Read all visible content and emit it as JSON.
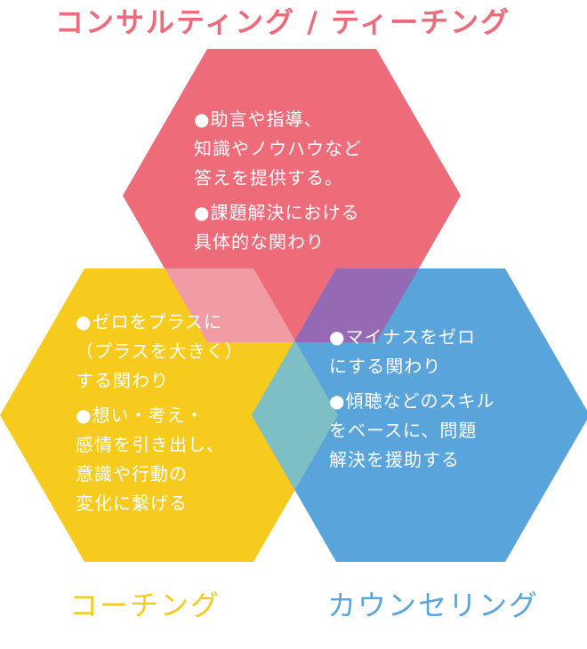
{
  "colors": {
    "consulting": "#ee6b7a",
    "coaching": "#f6cb1d",
    "counseling": "#5aa4dc",
    "consulting_coaching_overlap": "#f19ba4",
    "consulting_counseling_overlap": "#9669b4",
    "coaching_counseling_overlap": "#7ebfc6",
    "center_overlap": "#a58ab3",
    "text_on_shape": "#ffffff"
  },
  "titles": {
    "top": "コンサルティング / ティーチング",
    "left": "コーチング",
    "right": "カウンセリング"
  },
  "blocks": {
    "top": [
      [
        "●助言や指導、",
        "知識やノウハウなど",
        "答えを提供する。"
      ],
      [
        "●課題解決における",
        "具体的な関わり"
      ]
    ],
    "left": [
      [
        "●ゼロをプラスに",
        "（プラスを大きく）",
        "する関わり"
      ],
      [
        "●想い・考え・",
        "感情を引き出し、",
        "意識や行動の",
        "変化に繋げる"
      ]
    ],
    "right": [
      [
        "●マイナスをゼロ",
        "にする関わり"
      ],
      [
        "●傾聴などのスキル",
        "をベースに、問題",
        "解決を援助する"
      ]
    ]
  }
}
